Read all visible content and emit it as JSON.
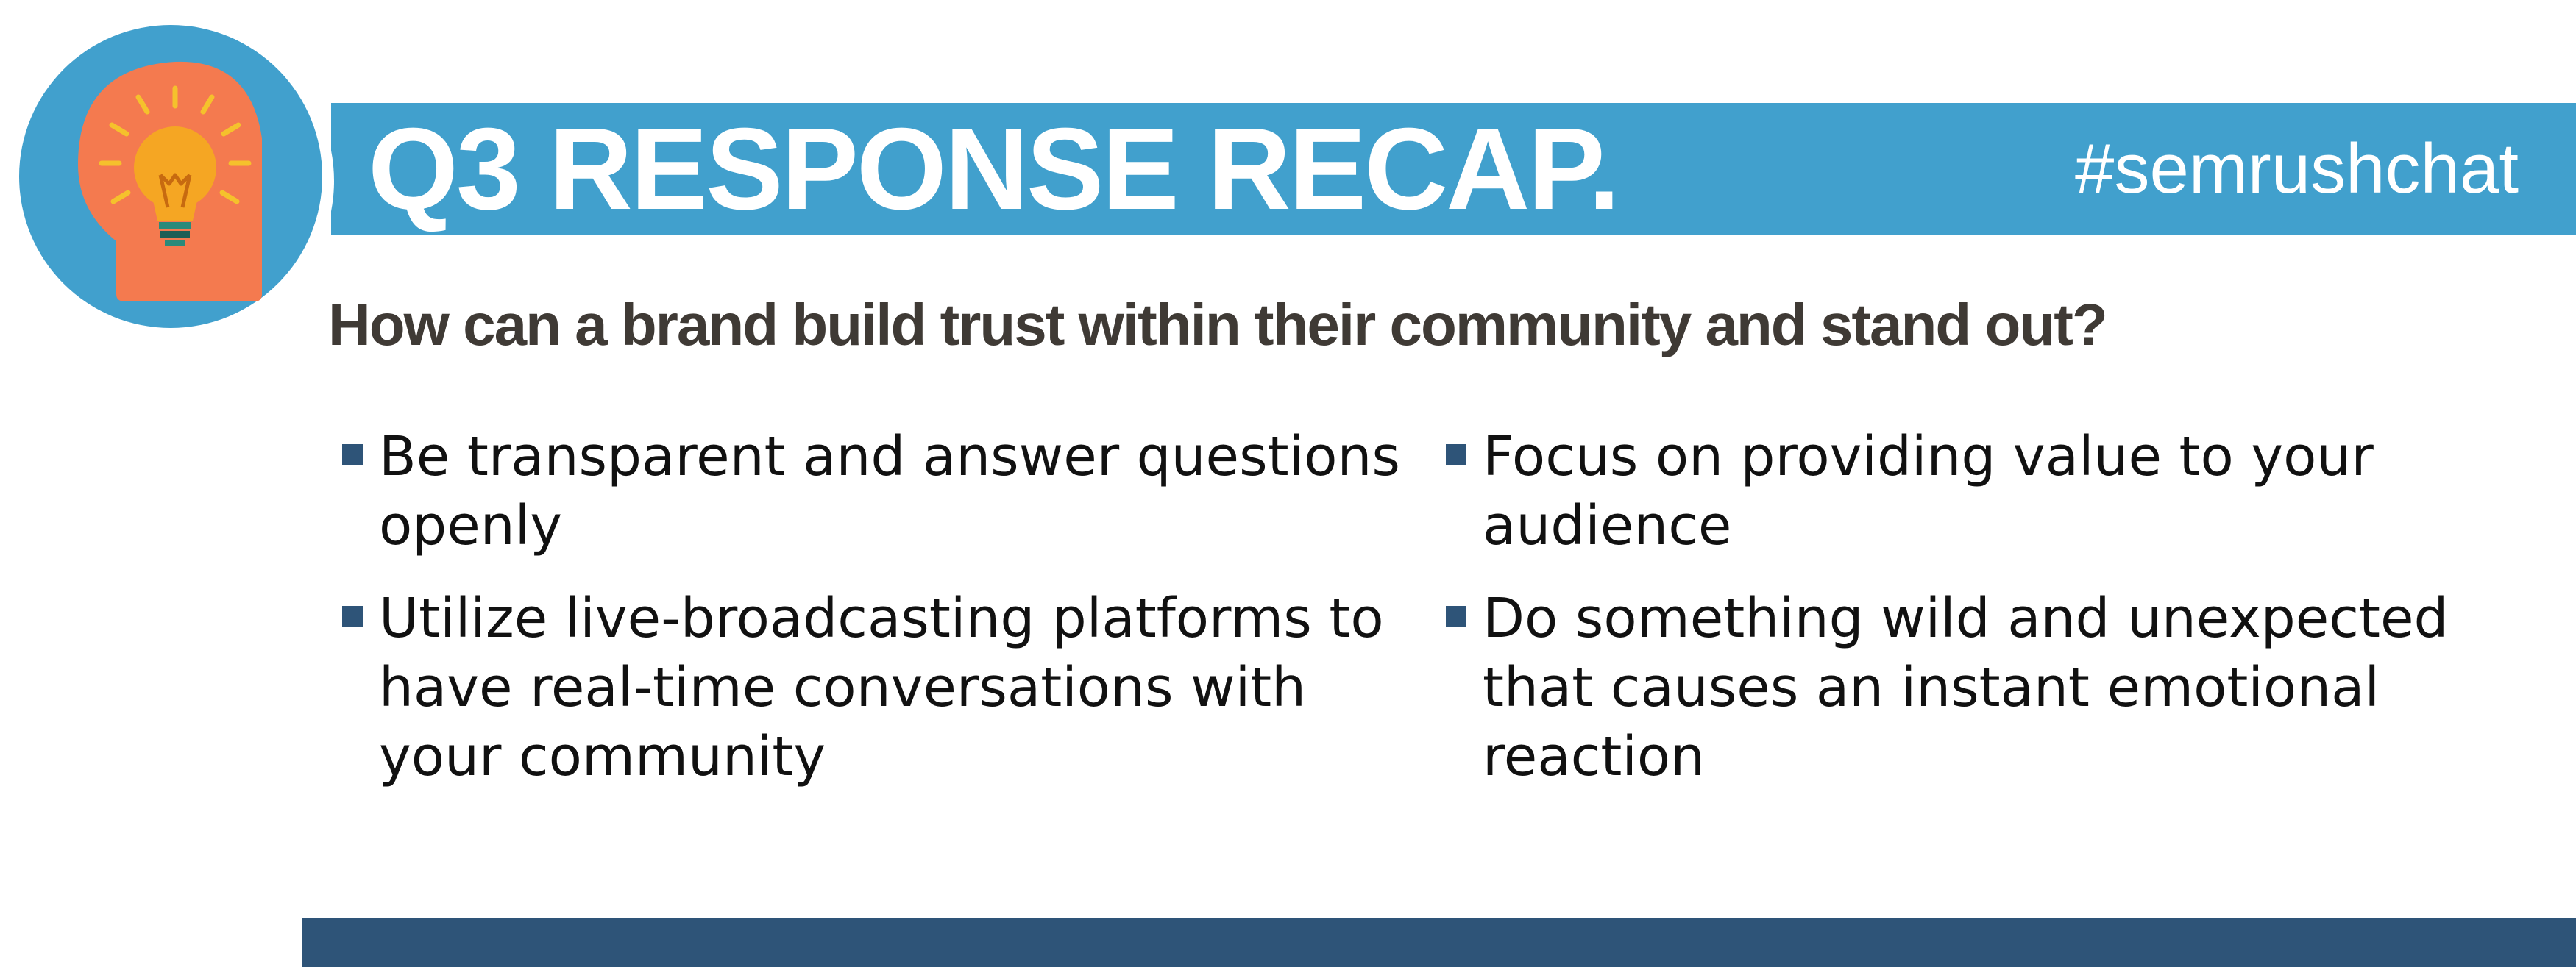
{
  "header": {
    "title": "Q3 RESPONSE RECAP.",
    "hashtag": "#semrushchat"
  },
  "logo": {
    "icon": "lightbulb-head-icon",
    "colors": {
      "circle": "#41a0cd",
      "head": "#f47a4f",
      "bulb": "#f5c12c"
    }
  },
  "question": "How can a brand build trust within their community and stand out?",
  "answers": {
    "left": [
      {
        "text": "Be transparent and answer questions openly"
      },
      {
        "text": "Utilize live-broadcasting platforms to have real-time conversations with your community"
      }
    ],
    "right": [
      {
        "text": "Focus on providing value to your audience"
      },
      {
        "text": "Do something wild and unexpected that causes an instant emotional reaction"
      }
    ]
  },
  "colors": {
    "header_band": "#41a0cd",
    "footer_bar": "#2e5478",
    "bullet": "#2e5478",
    "question_text": "#3f3a35"
  }
}
